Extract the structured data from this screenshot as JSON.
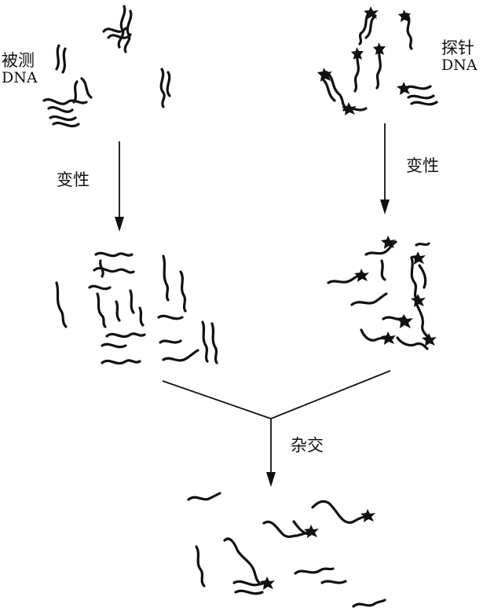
{
  "labels": {
    "sample_dna_line1": "被测",
    "sample_dna_line2": "DNA",
    "probe_dna_line1": "探针",
    "probe_dna_line2": "DNA",
    "denature_left": "变性",
    "denature_right": "变性",
    "hybridize": "杂交"
  },
  "colors": {
    "ink": "#111111",
    "background": "#ffffff"
  },
  "icons": {
    "probe_label_mark": "star-tag-icon"
  }
}
